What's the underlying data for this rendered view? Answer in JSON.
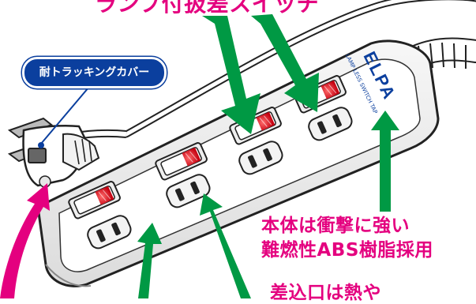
{
  "callouts": {
    "top_caption": "ランプ付扱差スイッチ",
    "tracking_cover": "耐トラッキングカバー",
    "body_strength_line1": "本体は衝撃に強い",
    "body_strength_line2": "難燃性ABS樹脂採用",
    "socket_note": "差込口は熱や"
  },
  "product": {
    "brand": "ELPA",
    "model_text": "LAMP LESS SWITCH TAP"
  },
  "colors": {
    "arrow_green": "#009944",
    "arrow_magenta": "#e4007f",
    "label_blue": "#0b3f9e",
    "switch_red": "#e60012",
    "text_pink": "#e4007f"
  }
}
